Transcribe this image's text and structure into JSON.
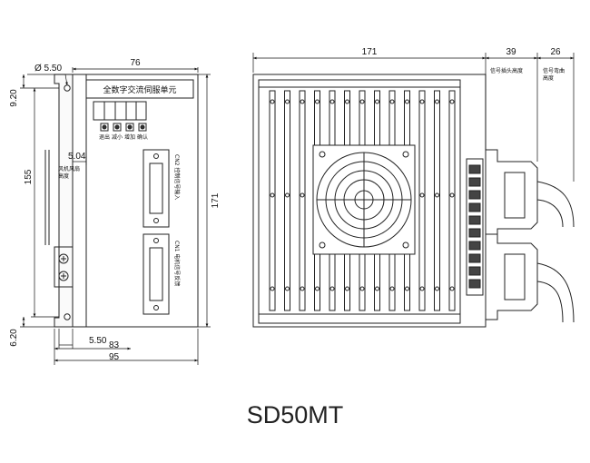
{
  "model_name": "SD50MT",
  "front_view": {
    "panel_title": "全数字交流伺服单元",
    "key_labels": [
      "退出",
      "减小",
      "增加",
      "确认"
    ],
    "fan_note_line1": "风机风扇",
    "fan_note_line2": "高度",
    "cn2_label": "CN2 控制信号输入",
    "cn1_label": "CN1 电机信号反馈",
    "dims": {
      "hole_dia": "Ø 5.50",
      "width_top": "76",
      "top_offset": "9.20",
      "fan_offset": "5.04",
      "mid_height": "155",
      "height": "171",
      "bottom_offset": "6.20",
      "bottom_inner": "5.50",
      "width_83": "83",
      "width_95": "95"
    }
  },
  "side_view": {
    "dims": {
      "width": "171",
      "plug_depth": "39",
      "cable_bend": "26"
    },
    "notes": {
      "plug_height": "信号插头高度",
      "cable_bend_line1": "信号弯曲",
      "cable_bend_line2": "高度"
    }
  }
}
